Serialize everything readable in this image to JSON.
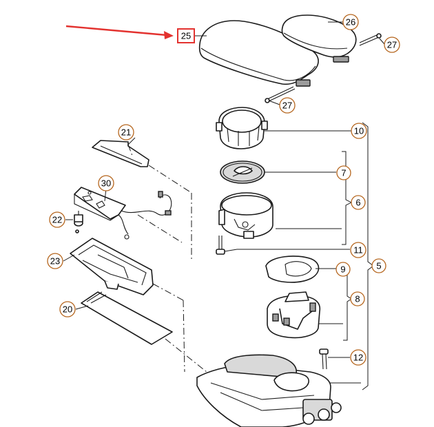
{
  "accent_color": "#e3322f",
  "callout_color": "#b5651d",
  "highlighted_part": "25",
  "callouts": {
    "c25": "25",
    "c26": "26",
    "c27a": "27",
    "c27b": "27",
    "c10": "10",
    "c7": "7",
    "c6": "6",
    "c11": "11",
    "c9": "9",
    "c8": "8",
    "c5": "5",
    "c12": "12",
    "c21": "21",
    "c30": "30",
    "c22": "22",
    "c23": "23",
    "c20": "20"
  }
}
